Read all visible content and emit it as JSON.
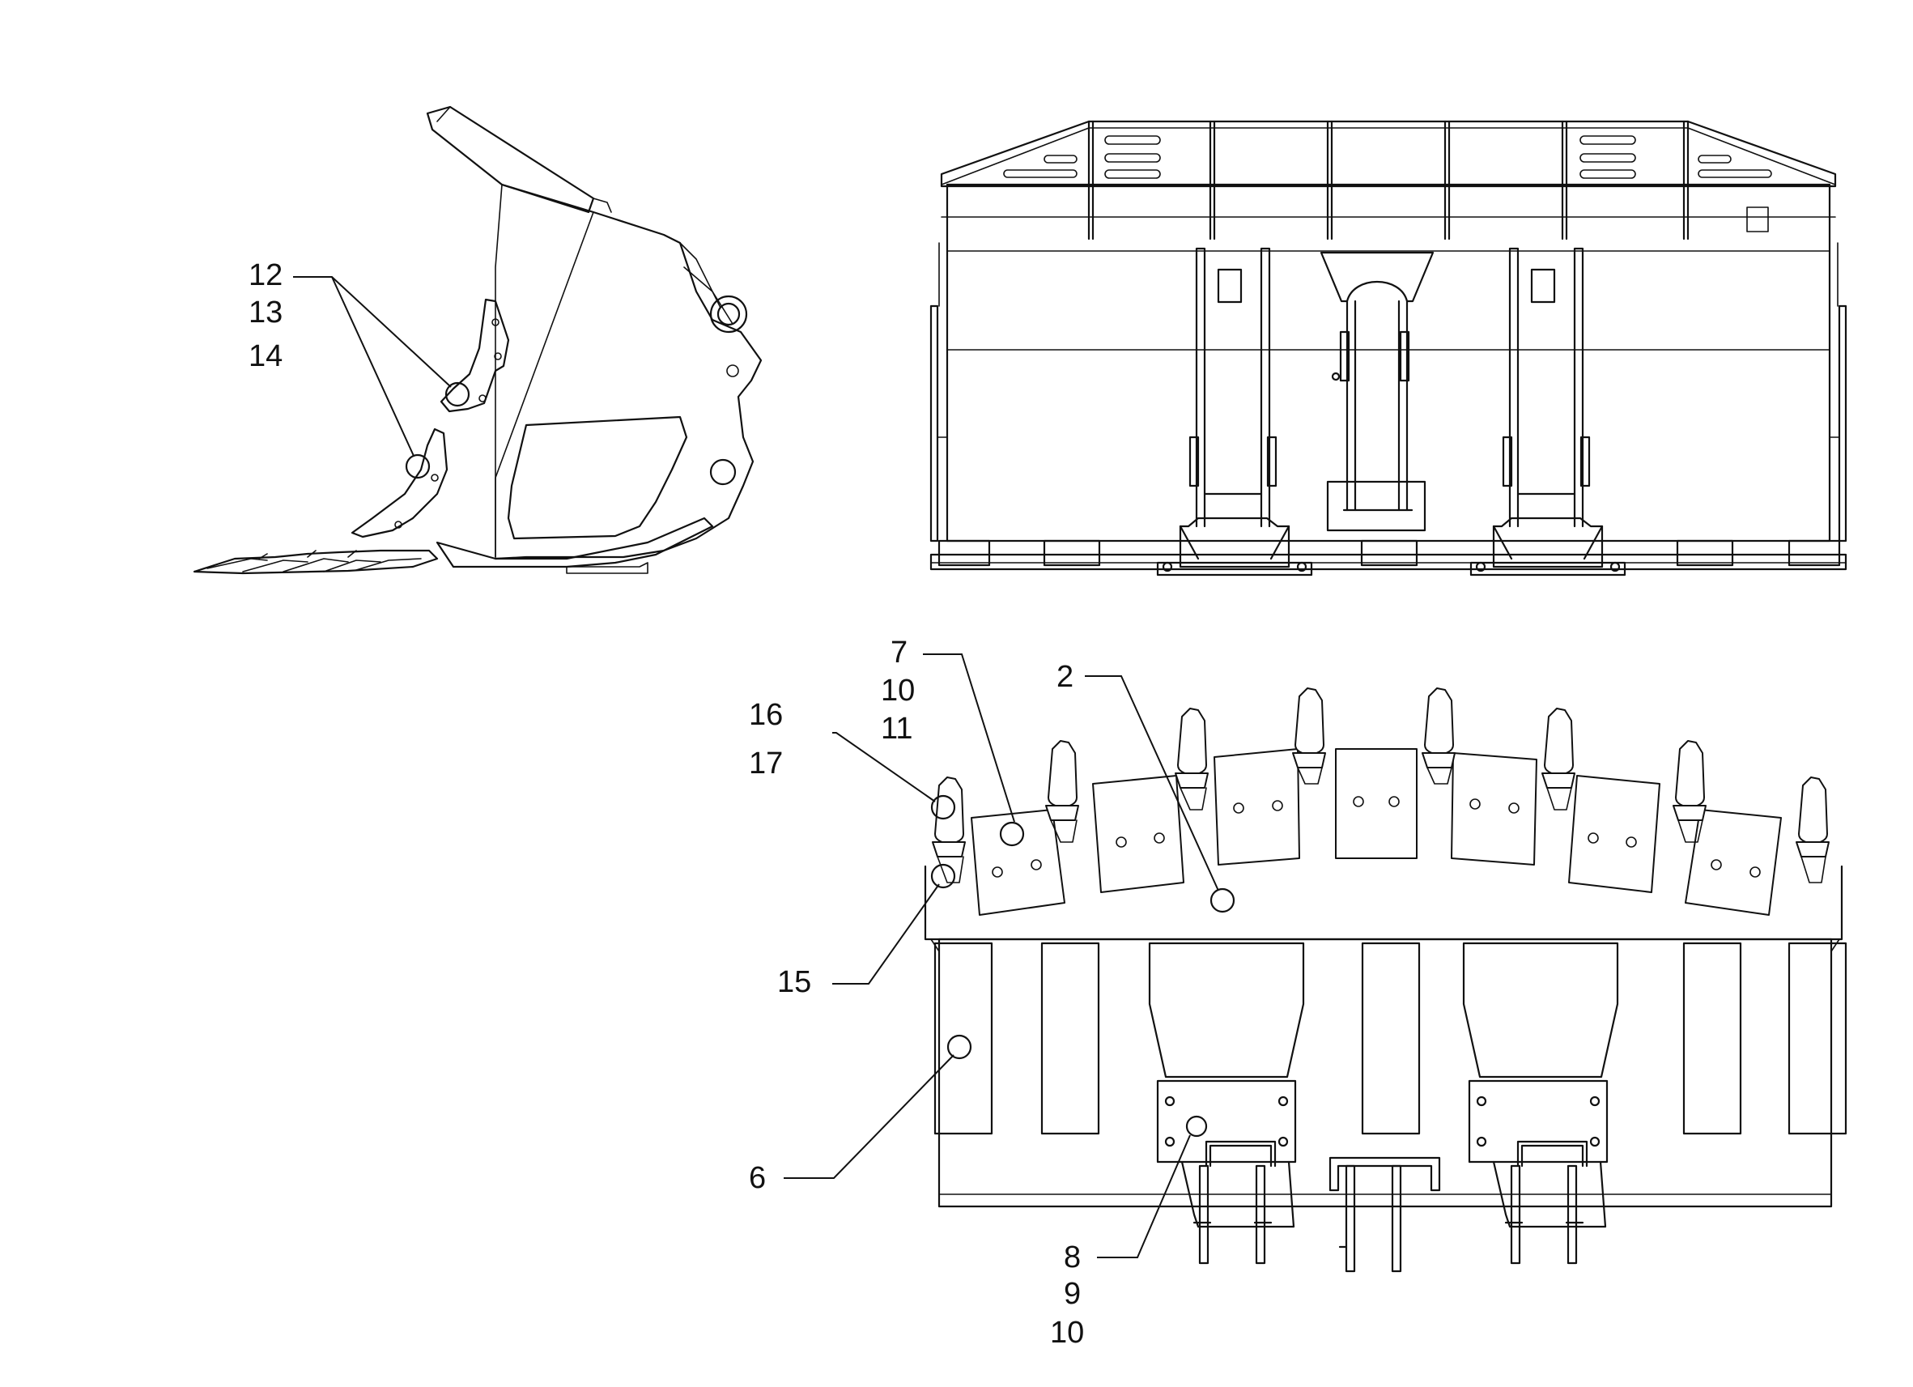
{
  "callouts": {
    "c12": "12",
    "c13": "13",
    "c14": "14",
    "c7": "7",
    "c10a": "10",
    "c11": "11",
    "c2": "2",
    "c16": "16",
    "c17": "17",
    "c15": "15",
    "c6": "6",
    "c8": "8",
    "c9": "9",
    "c10b": "10"
  }
}
